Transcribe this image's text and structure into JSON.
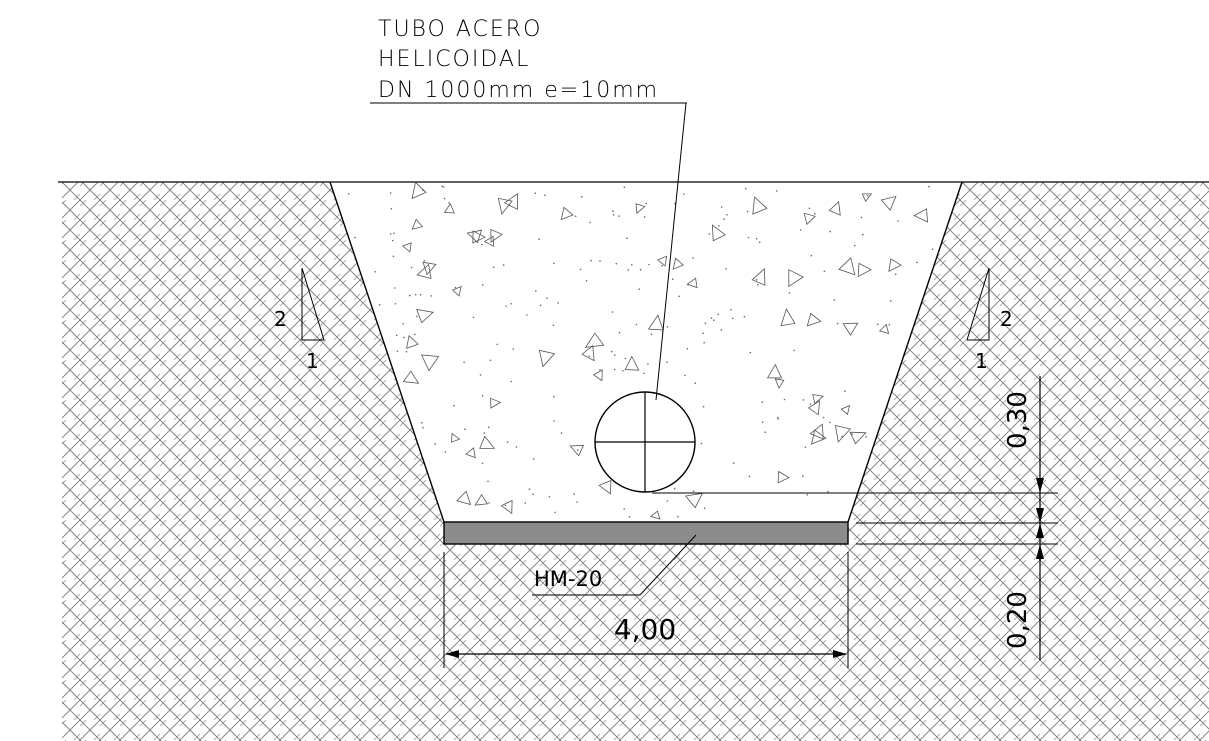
{
  "pipe_label": {
    "line1": "TUBO ACERO",
    "line2": "HELICOIDAL",
    "line3": "DN 1000mm e=10mm"
  },
  "slope_left": {
    "rise": "2",
    "run": "1"
  },
  "slope_right": {
    "rise": "2",
    "run": "1"
  },
  "concrete_base_label": "HM-20",
  "dimensions": {
    "width": "4,00",
    "cover_below_pipe": "0,30",
    "base_thickness": "0,20"
  },
  "colors": {
    "line": "#000000",
    "hatch": "#7a7a7a",
    "concrete_base": "#8c8c8c",
    "stipple": "#666666"
  }
}
